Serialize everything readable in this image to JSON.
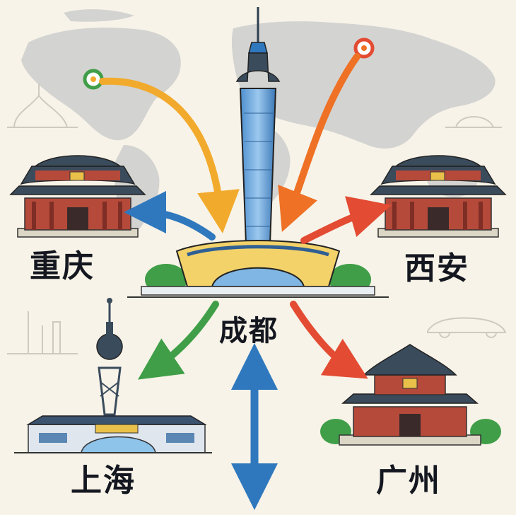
{
  "center": {
    "label": "成都"
  },
  "cities": {
    "chongqing": {
      "label": "重庆"
    },
    "xian": {
      "label": "西安"
    },
    "shanghai": {
      "label": "上海"
    },
    "guangzhou": {
      "label": "广州"
    }
  },
  "colors": {
    "background": "#f7f3e8",
    "map": "#d3d3d1",
    "arrow_blue": "#2f78be",
    "arrow_yellow": "#f2aa2c",
    "arrow_orange": "#ee7125",
    "arrow_red": "#e34b33",
    "arrow_green": "#3f9e47",
    "roof": "#3a4b5c",
    "wall": "#b54a3a",
    "gold": "#e9c04a"
  },
  "icons": [
    "world-map",
    "tv-tower-icon",
    "temple-icon",
    "pearl-tower-icon",
    "origin-marker-icon"
  ]
}
